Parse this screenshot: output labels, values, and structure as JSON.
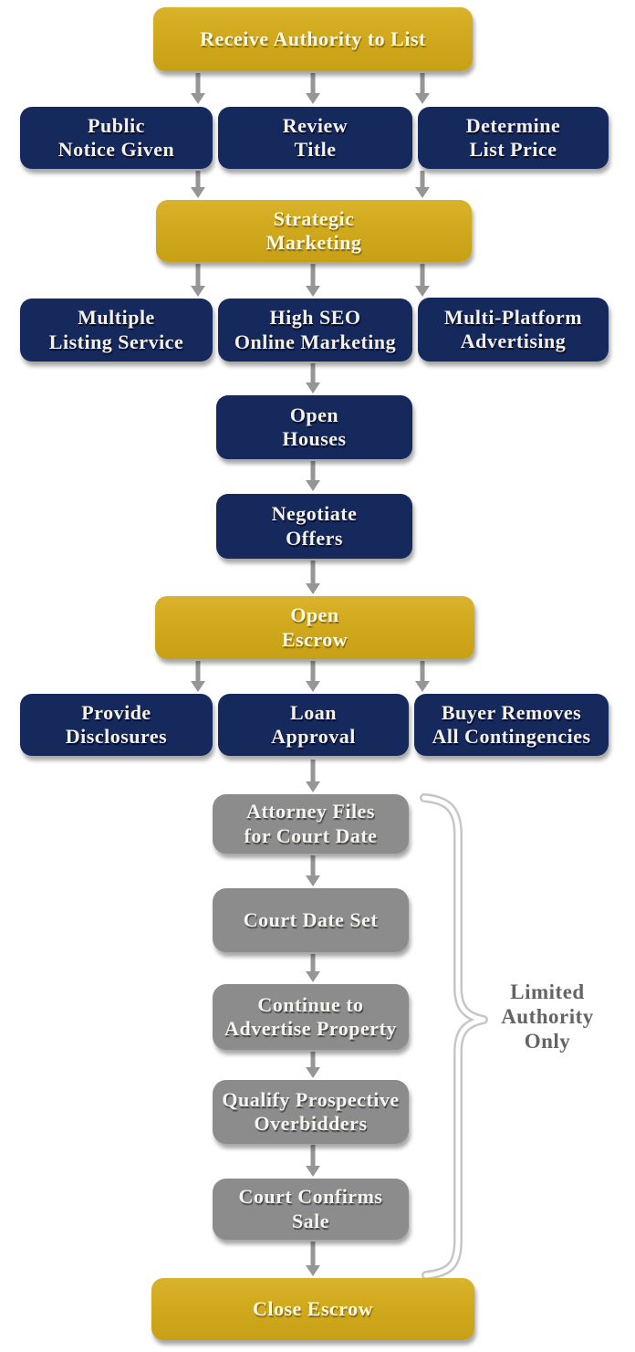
{
  "title": "Probate / Limited Authority Real Estate Sale Process Flowchart",
  "colors": {
    "background": "#FFFFFF",
    "gold": "#D2AA1E",
    "navy": "#16295C",
    "gray": "#8C8C8C",
    "arrow": "#969696",
    "brace_outer": "#C6C6C6",
    "brace_inner": "#FFFFFF",
    "side_label_text": "#646464"
  },
  "nodes": {
    "receive_authority": {
      "label": "Receive Authority to List"
    },
    "public_notice": {
      "label": "Public\nNotice Given"
    },
    "review_title": {
      "label": "Review\nTitle"
    },
    "determine_list_price": {
      "label": "Determine\nList Price"
    },
    "strategic_marketing": {
      "label": "Strategic\nMarketing"
    },
    "multiple_listing_service": {
      "label": "Multiple\nListing Service"
    },
    "high_seo": {
      "label": "High SEO\nOnline Marketing"
    },
    "multi_platform": {
      "label": "Multi-Platform\nAdvertising"
    },
    "open_houses": {
      "label": "Open\nHouses"
    },
    "negotiate_offers": {
      "label": "Negotiate\nOffers"
    },
    "open_escrow": {
      "label": "Open\nEscrow"
    },
    "provide_disclosures": {
      "label": "Provide\nDisclosures"
    },
    "loan_approval": {
      "label": "Loan\nApproval"
    },
    "buyer_removes": {
      "label": "Buyer Removes\nAll Contingencies"
    },
    "attorney_files": {
      "label": "Attorney Files\nfor Court Date"
    },
    "court_date_set": {
      "label": "Court Date Set"
    },
    "continue_advertise": {
      "label": "Continue to\nAdvertise Property"
    },
    "qualify_overbidders": {
      "label": "Qualify Prospective\nOverbidders"
    },
    "court_confirms": {
      "label": "Court Confirms\nSale"
    },
    "close_escrow": {
      "label": "Close Escrow"
    }
  },
  "side_label": "Limited\nAuthority\nOnly"
}
